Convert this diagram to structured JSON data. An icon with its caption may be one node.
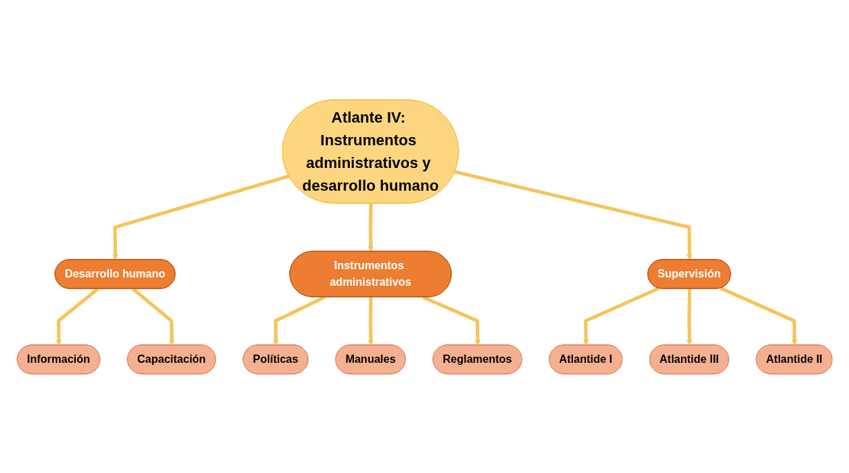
{
  "diagram": {
    "nodes": [
      {
        "text": [
          "Atlante IV: Instrumentos administrativos y desarrollo humano"
        ]
      },
      {
        "text": [
          "Desarrollo humano"
        ]
      },
      {
        "text": [
          "Información"
        ]
      },
      {
        "text": [
          "Capacitación"
        ]
      },
      {
        "text": [
          "Instrumentos administrativos"
        ]
      },
      {
        "text": [
          "Supervisión"
        ]
      },
      {
        "text": [
          "Políticas"
        ]
      },
      {
        "text": [
          "Manuales"
        ]
      },
      {
        "text": [
          "Reglamentos"
        ]
      },
      {
        "text": [
          "Atlantide I"
        ]
      },
      {
        "text": [
          "Atlantide II"
        ]
      },
      {
        "text": [
          "Atlantide III"
        ]
      }
    ],
    "edges": [
      {
        "from": 0,
        "to": 1,
        "arrow": "to"
      },
      {
        "from": 0,
        "to": 4,
        "arrow": "to"
      },
      {
        "from": 0,
        "to": 5,
        "arrow": "to"
      },
      {
        "from": 1,
        "to": 2,
        "arrow": "to"
      },
      {
        "from": 1,
        "to": 3,
        "arrow": "to"
      },
      {
        "from": 4,
        "to": 6,
        "arrow": "to"
      },
      {
        "from": 4,
        "to": 7,
        "arrow": "to"
      },
      {
        "from": 4,
        "to": 8,
        "arrow": "to"
      },
      {
        "from": 5,
        "to": 9,
        "arrow": "to"
      },
      {
        "from": 5,
        "to": 11,
        "arrow": "to"
      },
      {
        "from": 5,
        "to": 10,
        "arrow": "to"
      }
    ]
  }
}
